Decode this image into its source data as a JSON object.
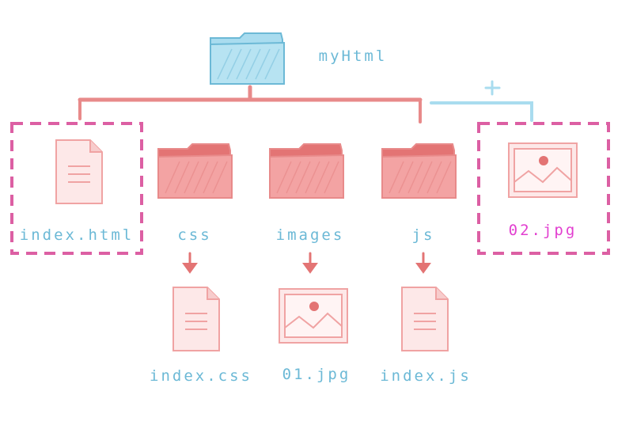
{
  "root": {
    "label": "myHtml",
    "icon": "folder-icon"
  },
  "children": [
    {
      "key": "index-html",
      "label": "index.html",
      "icon": "document-icon",
      "highlighted": true
    },
    {
      "key": "css",
      "label": "css",
      "icon": "folder-icon"
    },
    {
      "key": "images",
      "label": "images",
      "icon": "folder-icon"
    },
    {
      "key": "js",
      "label": "js",
      "icon": "folder-icon"
    }
  ],
  "grandchildren": [
    {
      "key": "index-css",
      "label": "index.css",
      "icon": "document-icon",
      "parent": "css"
    },
    {
      "key": "01-jpg",
      "label": "01.jpg",
      "icon": "image-icon",
      "parent": "images"
    },
    {
      "key": "index-js",
      "label": "index.js",
      "icon": "document-icon",
      "parent": "js"
    }
  ],
  "added": {
    "label": "02.jpg",
    "icon": "image-icon",
    "highlighted": true,
    "marker": "plus-icon"
  },
  "colors": {
    "blue": "#6cb9d6",
    "blue_fill": "#a9dcef",
    "red": "#e88a8a",
    "red_fill": "#f3a3a3",
    "red_dark": "#e37474",
    "magenta": "#e23fd0",
    "dash": "#dc5fa3"
  }
}
